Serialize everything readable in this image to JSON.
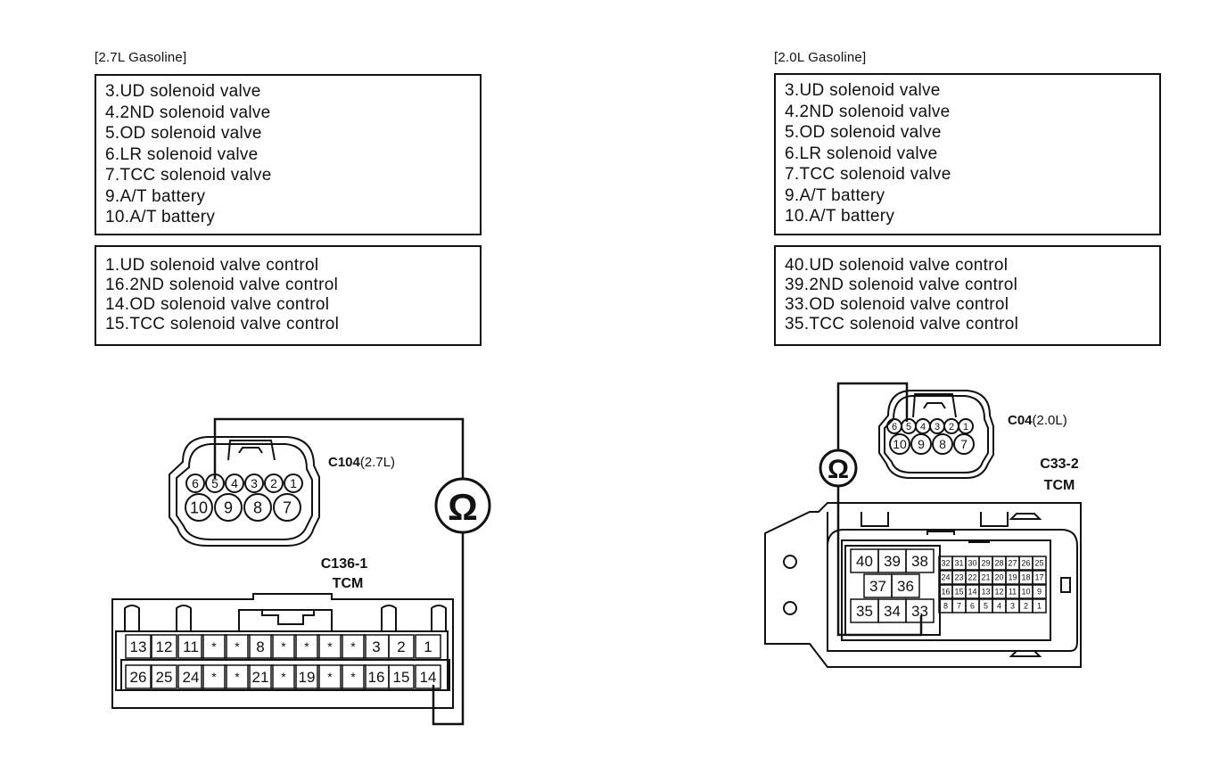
{
  "left": {
    "section_label": "[2.7L Gasoline]",
    "pins_box": [
      "3.UD solenoid valve",
      "4.2ND solenoid valve",
      "5.OD solenoid valve",
      "6.LR solenoid valve",
      "7.TCC solenoid valve",
      "9.A/T battery",
      "10.A/T battery"
    ],
    "control_box": [
      "1.UD solenoid valve control",
      "16.2ND solenoid valve control",
      "14.OD solenoid valve control",
      "15.TCC solenoid valve control"
    ],
    "connector_name": "C104",
    "connector_suffix": "(2.7L)",
    "connector_top_pins": [
      "6",
      "5",
      "4",
      "3",
      "2",
      "1"
    ],
    "connector_bottom_pins": [
      "10",
      "9",
      "8",
      "7"
    ],
    "ohm_symbol": "Ω",
    "tcm_connector": "C136-1",
    "tcm_label": "TCM",
    "tcm_row1": [
      "13",
      "12",
      "11",
      "*",
      "*",
      "8",
      "*",
      "*",
      "*",
      "*",
      "3",
      "2",
      "1"
    ],
    "tcm_row2": [
      "26",
      "25",
      "24",
      "*",
      "*",
      "21",
      "*",
      "19",
      "*",
      "*",
      "16",
      "15",
      "14"
    ]
  },
  "right": {
    "section_label": "[2.0L Gasoline]",
    "pins_box": [
      "3.UD solenoid valve",
      "4.2ND solenoid valve",
      "5.OD solenoid valve",
      "6.LR solenoid valve",
      "7.TCC solenoid valve",
      "9.A/T battery",
      "10.A/T battery"
    ],
    "control_box": [
      "40.UD solenoid valve control",
      "39.2ND solenoid valve control",
      "33.OD solenoid valve control",
      "35.TCC solenoid valve control"
    ],
    "connector_name": "C04",
    "connector_suffix": "(2.0L)",
    "connector_top_pins": [
      "6",
      "5",
      "4",
      "3",
      "2",
      "1"
    ],
    "connector_bottom_pins": [
      "10",
      "9",
      "8",
      "7"
    ],
    "ohm_symbol": "Ω",
    "tcm_connector": "C33-2",
    "tcm_label": "TCM",
    "big_row1": [
      "40",
      "39",
      "38"
    ],
    "big_row2": [
      "37",
      "36"
    ],
    "big_row3": [
      "35",
      "34",
      "33"
    ],
    "small_row1": [
      "32",
      "31",
      "30",
      "29",
      "28",
      "27",
      "26",
      "25"
    ],
    "small_row2": [
      "24",
      "23",
      "22",
      "21",
      "20",
      "19",
      "18",
      "17"
    ],
    "small_row3": [
      "16",
      "15",
      "14",
      "13",
      "12",
      "11",
      "10",
      "9"
    ],
    "small_row4": [
      "8",
      "7",
      "6",
      "5",
      "4",
      "3",
      "2",
      "1"
    ]
  }
}
